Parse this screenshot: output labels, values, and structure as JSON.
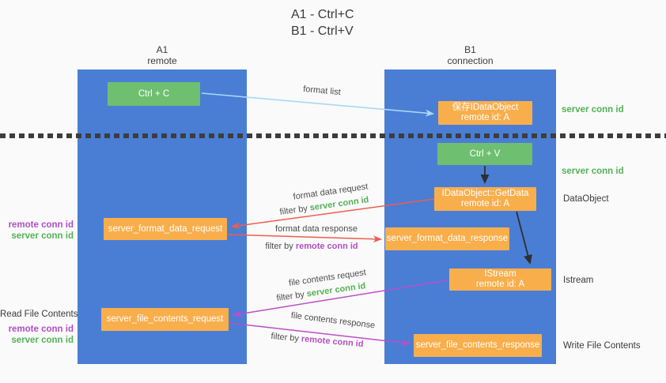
{
  "title": {
    "line1": "A1 - Ctrl+C",
    "line2": "B1 - Ctrl+V"
  },
  "columns": {
    "a1": {
      "name": "A1",
      "subtitle": "remote"
    },
    "b1": {
      "name": "B1",
      "subtitle": "connection"
    }
  },
  "nodes": {
    "ctrl_c": "Ctrl + C",
    "save_idataobject": {
      "line1": "保存IDataObject",
      "line2": "remote id: A"
    },
    "ctrl_v": "Ctrl + V",
    "getdata": {
      "line1": "IDataObject::GetData",
      "line2": "remote id: A"
    },
    "server_format_data_request": "server_format_data_request",
    "server_format_data_response": "server_format_data_response",
    "istream": {
      "line1": "IStream",
      "line2": "remote id: A"
    },
    "server_file_contents_request": "server_file_contents_request",
    "server_file_contents_response": "server_file_contents_response"
  },
  "arrow_labels": {
    "format_list": "format list",
    "format_data_request": "format data request",
    "format_data_response": "format data response",
    "file_contents_request": "file contents request",
    "file_contents_response": "file contents response",
    "filter_by": "filter by",
    "server_conn_id": "server conn id",
    "remote_conn_id": "remote conn id"
  },
  "side_labels": {
    "right_server_conn_id_1": "server conn id",
    "right_server_conn_id_2": "server conn id",
    "dataobject": "DataObject",
    "istream": "Istream",
    "write_file_contents": "Write File Contents",
    "left_remote_conn_id_1": "remote conn id",
    "left_server_conn_id_1": "server conn id",
    "read_file_contents": "Read File Contents",
    "left_remote_conn_id_2": "remote conn id",
    "left_server_conn_id_2": "server conn id"
  },
  "colors": {
    "column_blue": "#4a7ed5",
    "box_green": "#6ebf70",
    "box_orange": "#f9ae4c",
    "text_green": "#53b156",
    "text_purple": "#b14fc4",
    "arrow_light_blue": "#a8d8f5",
    "arrow_red": "#f05c50",
    "arrow_magenta": "#bb4ec9",
    "arrow_black": "#2f2f2f",
    "background": "#fafafa"
  }
}
